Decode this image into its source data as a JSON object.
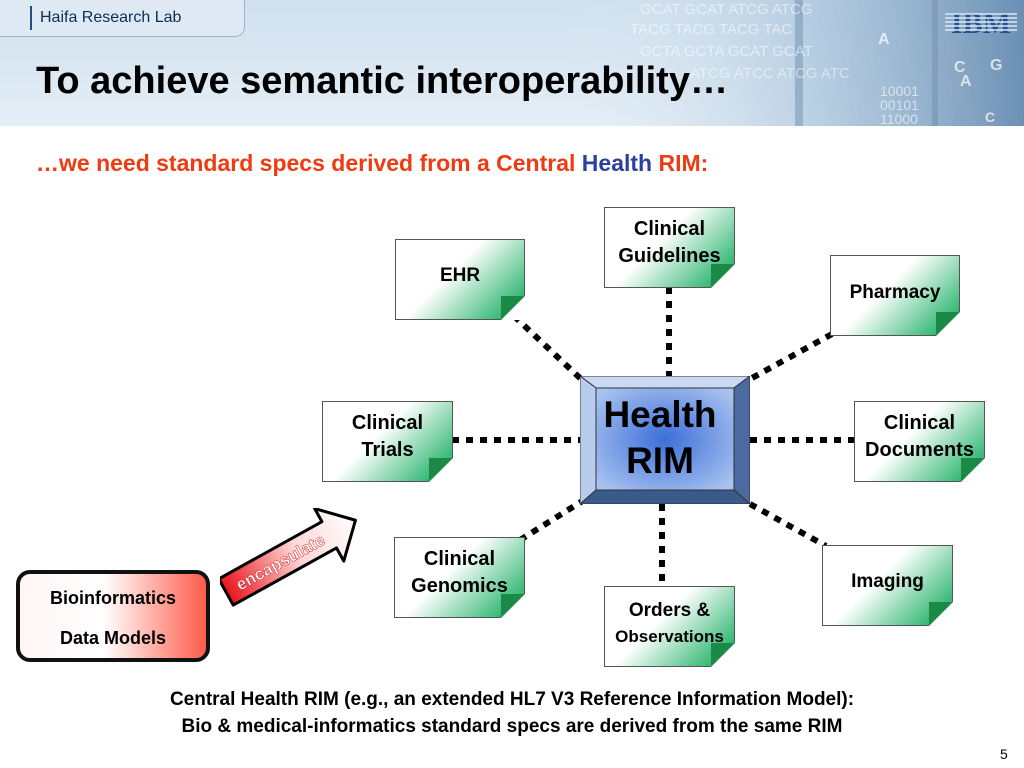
{
  "header": {
    "lab_name": "Haifa Research Lab",
    "logo_text": "IBM",
    "title": "To achieve semantic interoperability…",
    "deco_rows": [
      "GCAT GCAT ATCG ATCG",
      "TACG TACG TACG TAC",
      "GCTA GCTA GCAT GCAT",
      "ATCG ATCC ATCG ATC"
    ],
    "deco_letters": [
      "A",
      "G",
      "C",
      "A",
      "C"
    ],
    "deco_binary": [
      "10001",
      "00101",
      "11000"
    ]
  },
  "subtitle": {
    "part1": "…we need standard specs derived from a Central ",
    "part2": "Health",
    "part3": " RIM:"
  },
  "center": {
    "line1": "Health",
    "line2": "RIM"
  },
  "nodes": {
    "ehr": {
      "line1": "EHR"
    },
    "clinical_guidelines": {
      "line1": "Clinical",
      "line2": "Guidelines"
    },
    "pharmacy": {
      "line1": "Pharmacy"
    },
    "clinical_trials": {
      "line1": "Clinical",
      "line2": "Trials"
    },
    "clinical_documents": {
      "line1": "Clinical",
      "line2": "Documents"
    },
    "clinical_genomics": {
      "line1": "Clinical",
      "line2": "Genomics"
    },
    "orders_observations": {
      "line1": "Orders &",
      "line2": "Observations"
    },
    "imaging": {
      "line1": "Imaging"
    }
  },
  "bioinformatics": {
    "line1": "Bioinformatics",
    "line2": "Data Models"
  },
  "arrow_label": "encapsulate",
  "caption": {
    "line1": "Central Health RIM (e.g., an extended HL7 V3 Reference Information Model):",
    "line2": "Bio & medical-informatics standard specs are derived from the same RIM"
  },
  "page_number": "5",
  "colors": {
    "title_accent": "#ee3b12",
    "health_word": "#2b3f9c",
    "note_gradient": "#00a651",
    "rim_fill": "#5b8be0",
    "arrow_red": "#e8141b"
  }
}
